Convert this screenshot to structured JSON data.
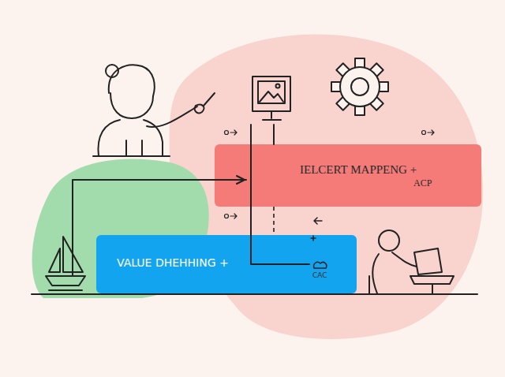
{
  "diagram": {
    "nodes": [
      {
        "text": [
          "IELCERT MAPPENG +",
          "ACP"
        ]
      },
      {
        "text": [
          "VALUE DHEHHING +",
          "CAC"
        ]
      }
    ],
    "edges": [
      {
        "from": 0,
        "to": 1,
        "arrow": "none"
      }
    ]
  }
}
